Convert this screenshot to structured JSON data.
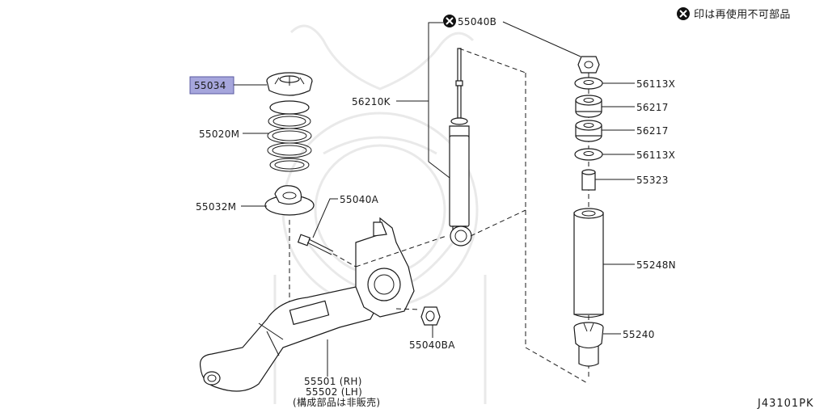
{
  "legend": {
    "marker": "⊗",
    "text": "印は再使用不可部品"
  },
  "diagram_code": "J43101PK",
  "highlight_color": "#a6a6dc",
  "callouts": {
    "p55034": "55034",
    "p55020M": "55020M",
    "p55032M": "55032M",
    "p55040A": "55040A",
    "p56210K": "56210K",
    "p55040B": "55040B",
    "p56113X_top": "56113X",
    "p56217_top": "56217",
    "p56217_bot": "56217",
    "p56113X_bot": "56113X",
    "p55323": "55323",
    "p55248N": "55248N",
    "p55240": "55240",
    "p55040BA": "55040BA",
    "p55501": "55501 (RH)",
    "p55502": "55502 (LH)",
    "note": "(構成部品は非販売)"
  }
}
